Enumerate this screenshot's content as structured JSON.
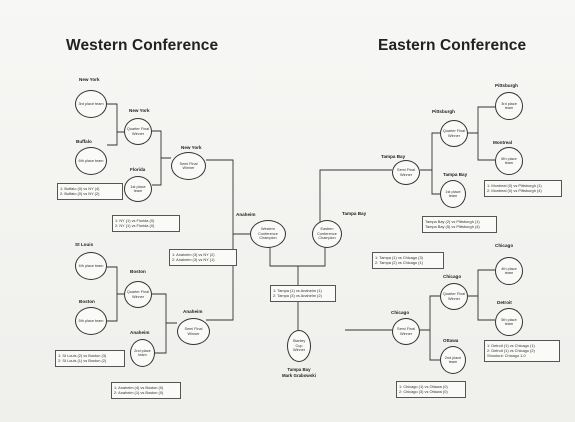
{
  "headers": {
    "west": "Western Conference",
    "east": "Eastern Conference"
  },
  "seeds": {
    "third": "3rd place team",
    "sixth": "6th place team",
    "first": "1st place team",
    "fourth": "4th place team",
    "fifth": "5th place team",
    "second": "2nd place team"
  },
  "rounds": {
    "quarter": "Quarter Final Winner",
    "semi": "Semi Final Winner",
    "west_champ": "Western Conference Champion",
    "east_champ": "Eastern Conference Champion",
    "cup": "Stanley Cup Winner"
  },
  "labels": {
    "new_york_top": "New York",
    "buffalo": "Buffalo",
    "new_york_qf": "New York",
    "florida": "Florida",
    "new_york_sf": "New York",
    "anaheim_wc": "Anaheim",
    "st_louis": "St Louis",
    "boston_seed": "Boston",
    "boston_qf": "Boston",
    "anaheim_sf": "Anaheim",
    "anaheim_seed": "Anaheim",
    "tampa_ec": "Tampa Bay",
    "pittsburgh_top": "Pittsburgh",
    "pittsburgh_qf": "Pittsburgh",
    "montreal": "Montreal",
    "tampa_sf": "Tampa Bay",
    "tampa_seed": "Tampa Bay",
    "chicago_top": "Chicago",
    "chicago_qf": "Chicago",
    "detroit": "Detroit",
    "chicago_sf": "Chicago",
    "ottawa": "Ottawa"
  },
  "results": {
    "buf_ny": [
      "1: Buffalo (0) vs NY (4)",
      "2: Buffalo (0) vs NY (2)"
    ],
    "ny_fla": [
      "1: NY (1) vs Florida (0)",
      "2: NY (1) vs Florida (0)"
    ],
    "ana_ny": [
      "1: Anaheim (3) vs NY (2)",
      "2: Anaheim (3) vs NY (1)"
    ],
    "stl_bos": [
      "1: St Louis (2) vs Boston (3)",
      "2: St Louis (1) vs Boston (2)"
    ],
    "ana_bos": [
      "1: Anaheim (4) vs Boston (0)",
      "2: Anaheim (1) vs Boston (0)"
    ],
    "final": [
      "1: Tampa (1) vs Anaheim (1)",
      "2: Tampa (3) vs Anaheim (2)"
    ],
    "mon_pit": [
      "1: Montreal (0) vs Pittsburgh (1)",
      "2: Montreal (0) vs Pittsburgh (4)"
    ],
    "tb_pit": [
      "Tampa Bay (2) vs Pittsburgh (1)",
      "Tampa Bay (5) vs Pittsburgh (4)"
    ],
    "tb_chi": [
      "1: Tampa (1) vs Chicago (3)",
      "2: Tampa (2) vs Chicago (1)"
    ],
    "det_chi": [
      "1: Detroit (1) vs Chicago (1)",
      "2: Detroit (1) vs Chicago (2)",
      "Shootout: Chicago 1-0"
    ],
    "chi_ott": [
      "1: Chicago (1) vs Ottawa (0)",
      "2: Chicago (3) vs Ottawa (0)"
    ]
  },
  "credit": {
    "team": "Tampa Bay",
    "name": "Mark Grabowski"
  }
}
